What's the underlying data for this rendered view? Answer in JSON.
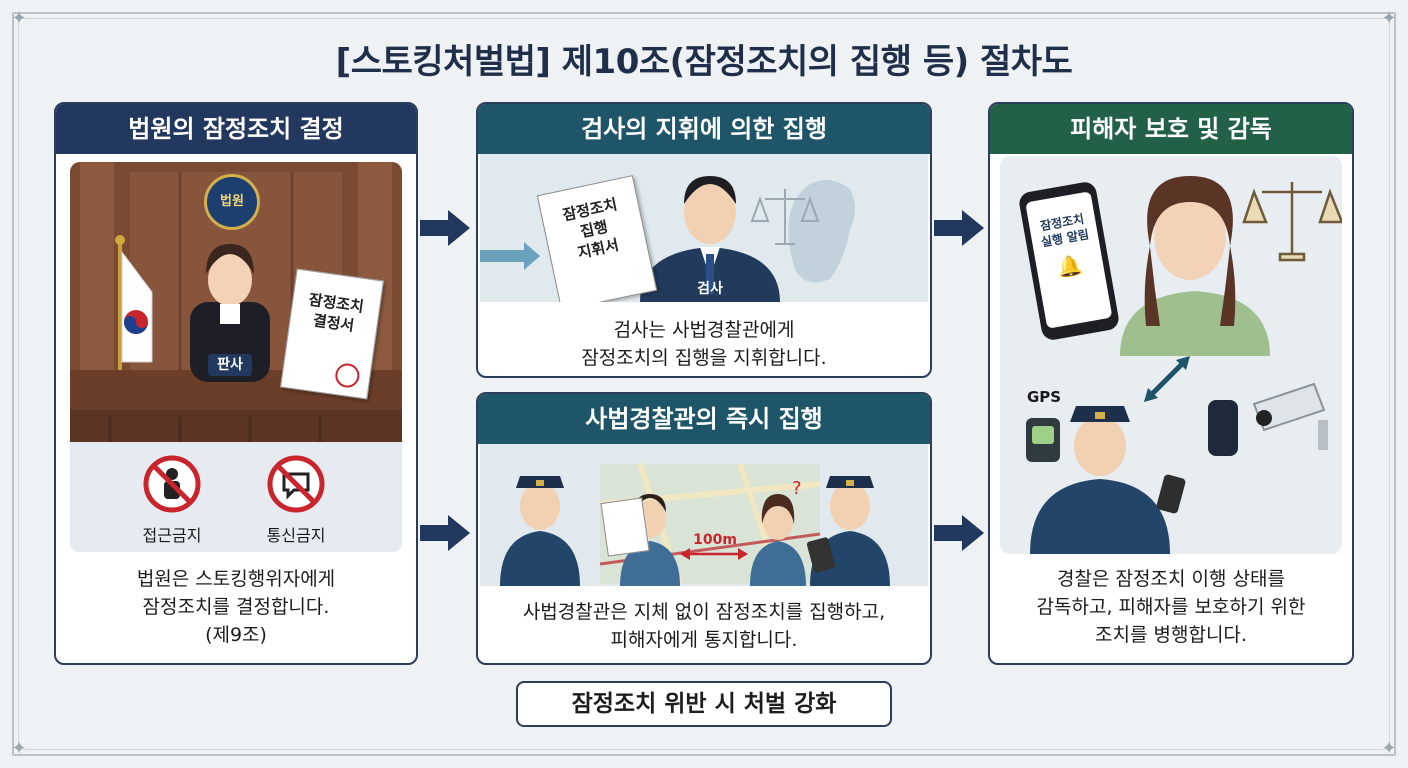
{
  "title": "[스토킹처벌법] 제10조(잠정조치의 집행 등) 절차도",
  "court": {
    "header": "법원의 잠정조치 결정",
    "seal_text": "법원",
    "judge_label": "판사",
    "document_text": "잠정조치\n결정서",
    "icons": [
      {
        "label": "접근금지",
        "icon": "no-approach-icon"
      },
      {
        "label": "통신금지",
        "icon": "no-communication-icon"
      }
    ],
    "desc_lines": [
      "법원은 스토킹행위자에게",
      "잠정조치를 결정합니다.",
      "(제9조)"
    ]
  },
  "prosecutor": {
    "header": "검사의 지휘에 의한 집행",
    "document_text": "잠정조치\n집행\n지휘서",
    "person_label": "검사",
    "desc_lines": [
      "검사는 사법경찰관에게",
      "잠정조치의 집행을 지휘합니다."
    ]
  },
  "police": {
    "header": "사법경찰관의 즉시 집행",
    "distance_label": "100m",
    "desc_lines": [
      "사법경찰관은 지체 없이 잠정조치를 집행하고,",
      "피해자에게 통지합니다."
    ]
  },
  "protection": {
    "header": "피해자 보호 및 감독",
    "phone_text": "잠정조치\n실행 알림",
    "gps_label": "GPS",
    "desc_lines": [
      "경찰은 잠정조치 이행 상태를",
      "감독하고, 피해자를 보호하기 위한",
      "조치를 병행합니다."
    ]
  },
  "footer": "잠정조치 위반 시 처벌 강화",
  "colors": {
    "navy": "#22385e",
    "teal": "#1f5568",
    "green": "#236048",
    "prohibit_red": "#c8252c"
  }
}
